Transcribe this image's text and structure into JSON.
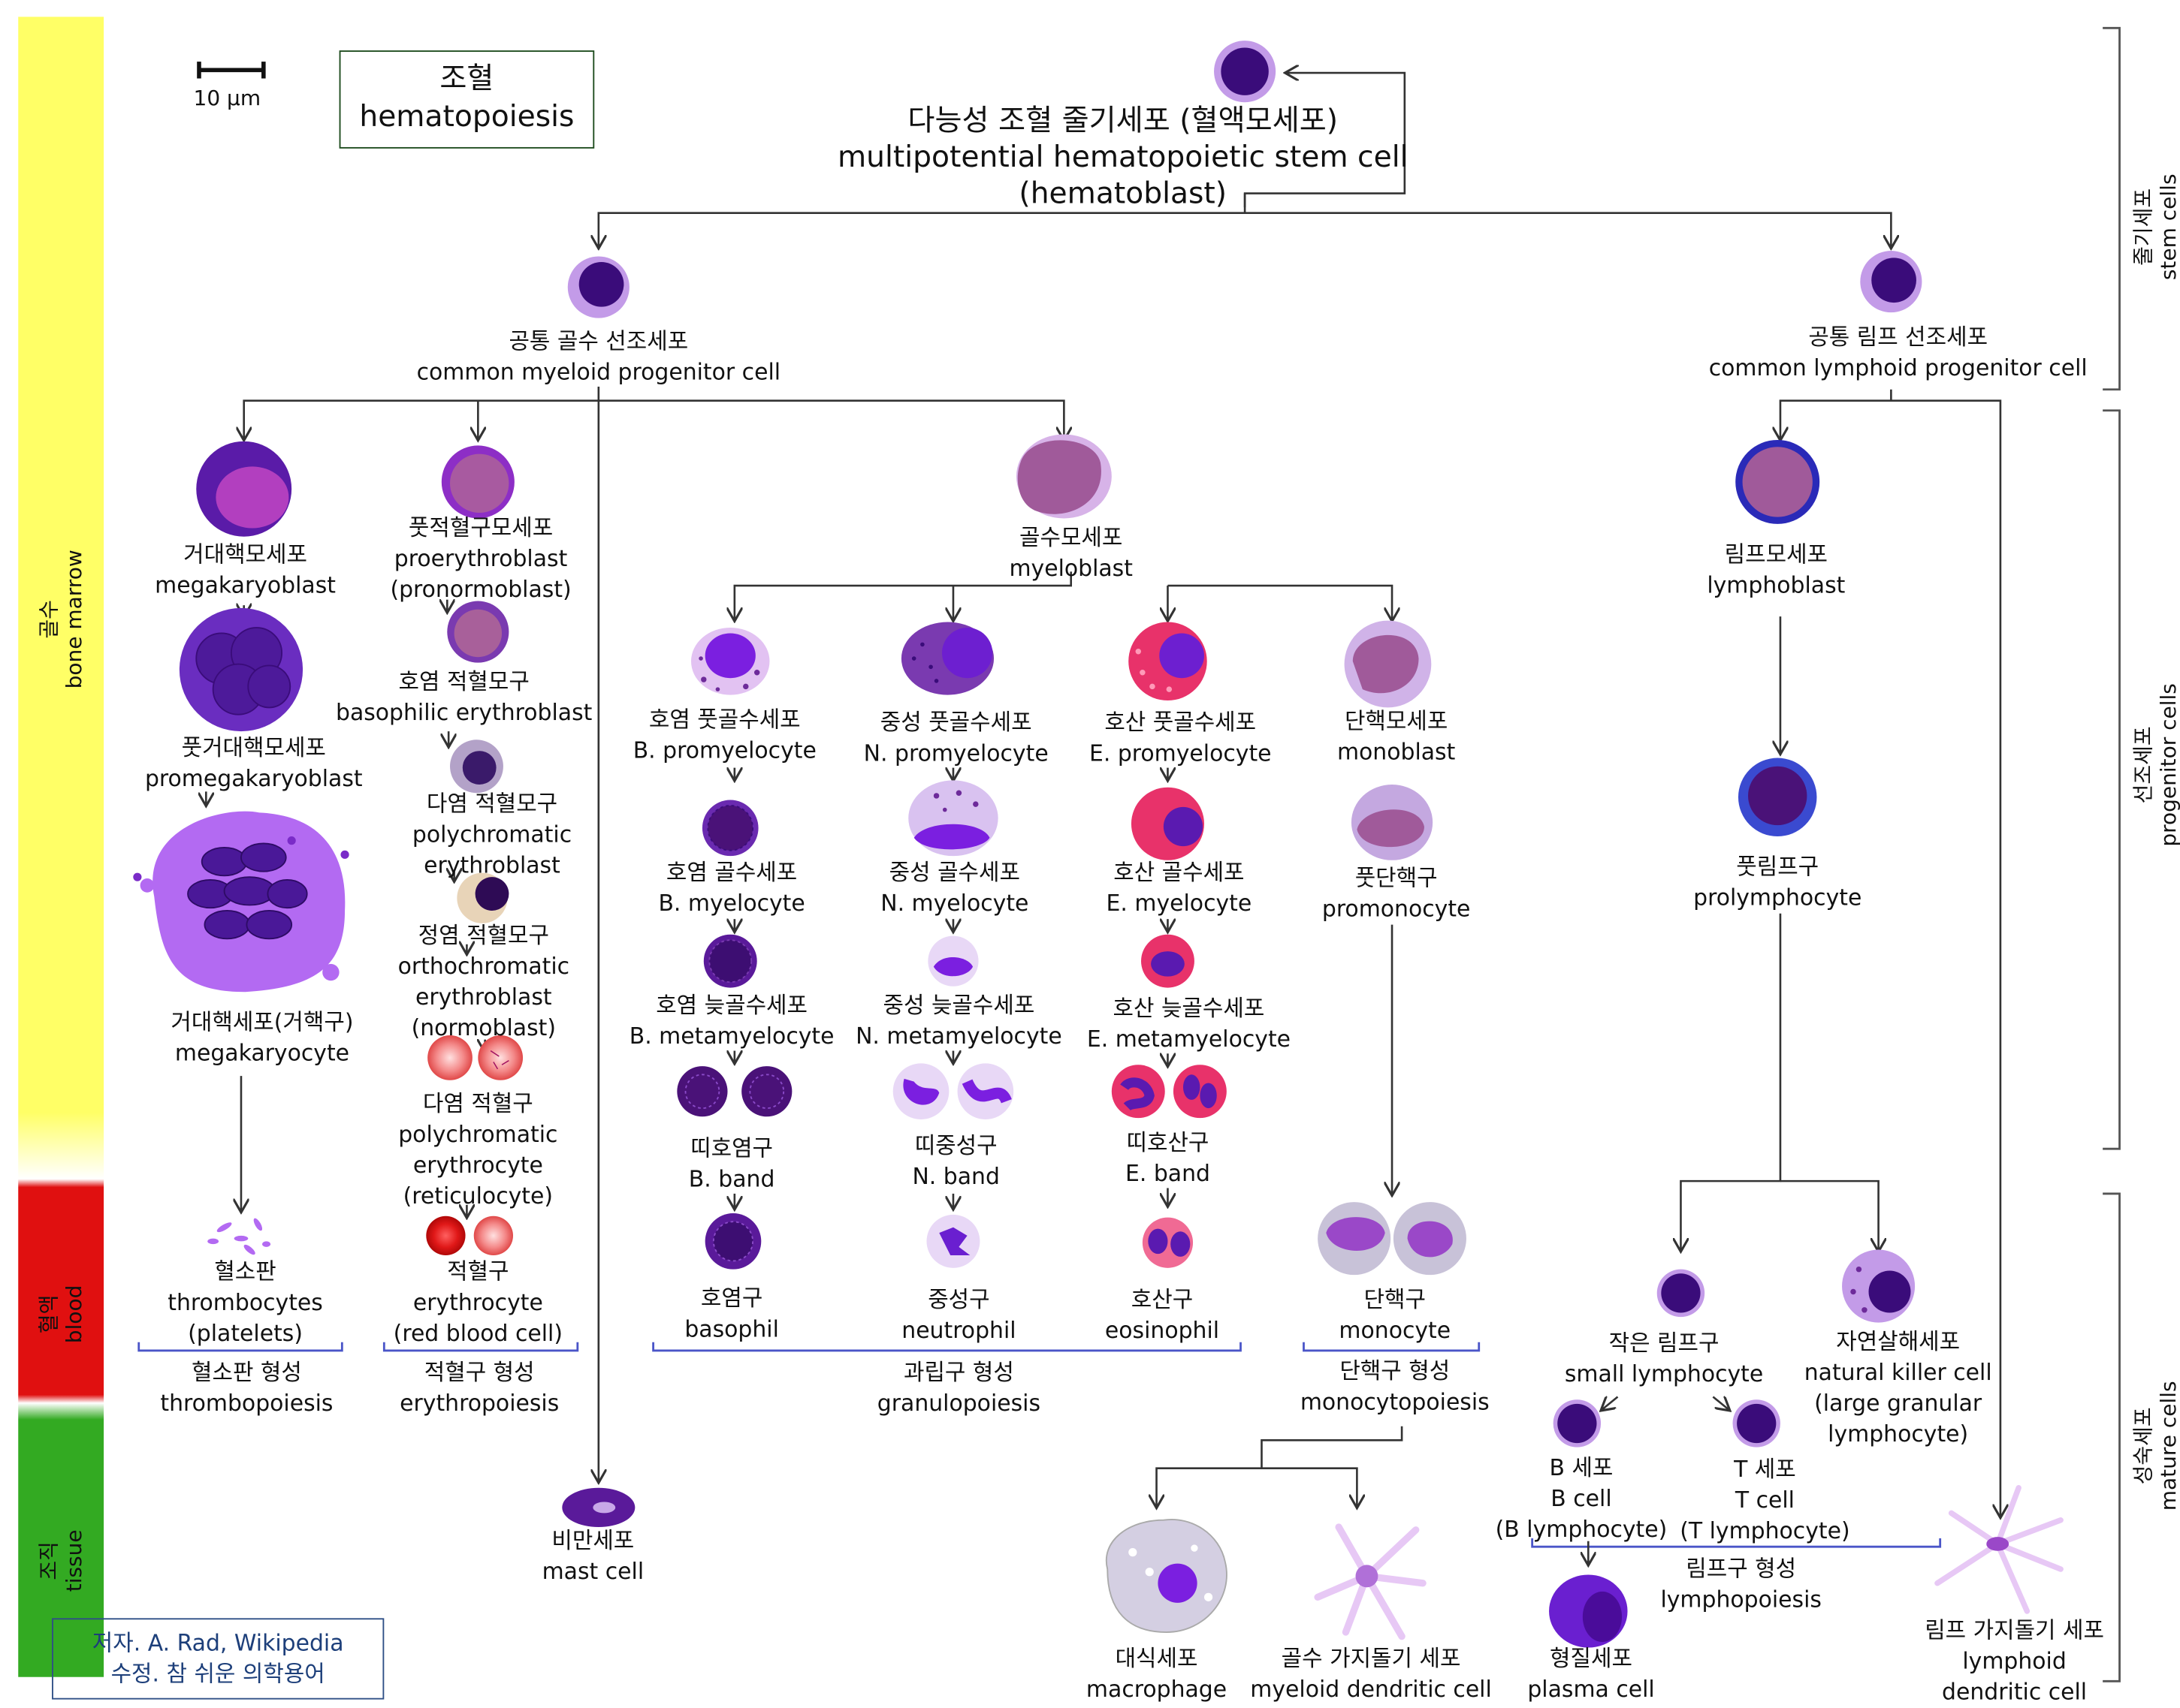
{
  "title": {
    "ko": "조혈",
    "en": "hematopoiesis"
  },
  "scale_bar": "10 μm",
  "credit": {
    "line1": "저자. A. Rad, Wikipedia",
    "line2": "수정. 참 쉬운 의학용어"
  },
  "zones": {
    "bone_marrow": {
      "ko": "골수",
      "en": "bone marrow"
    },
    "blood": {
      "ko": "혈액",
      "en": "blood"
    },
    "tissue": {
      "ko": "조직",
      "en": "tissue"
    }
  },
  "stages": {
    "stem": {
      "ko": "줄기세포",
      "en": "stem cells"
    },
    "progenitor": {
      "ko": "선조세포",
      "en": "progenitor cells"
    },
    "mature": {
      "ko": "성숙세포",
      "en": "mature cells"
    }
  },
  "cells": {
    "hsc": {
      "ko": "다능성 조혈 줄기세포 (혈액모세포)",
      "en": "multipotential hematopoietic stem cell",
      "en2": "(hematoblast)"
    },
    "cmp": {
      "ko": "공통 골수 선조세포",
      "en": "common myeloid progenitor cell"
    },
    "clp": {
      "ko": "공통 림프 선조세포",
      "en": "common lymphoid progenitor cell"
    },
    "megakaryoblast": {
      "ko": "거대핵모세포",
      "en": "megakaryoblast"
    },
    "promegakaryoblast": {
      "ko": "풋거대핵모세포",
      "en": "promegakaryoblast"
    },
    "megakaryocyte": {
      "ko": "거대핵세포(거핵구)",
      "en": "megakaryocyte"
    },
    "thrombocytes": {
      "ko": "혈소판",
      "en": "thrombocytes",
      "en2": "(platelets)"
    },
    "proerythroblast": {
      "ko": "풋적혈구모세포",
      "en": "proerythroblast",
      "en2": "(pronormoblast)"
    },
    "basophilic_erythroblast": {
      "ko": "호염 적혈모구",
      "en": "basophilic erythroblast"
    },
    "polychromatic_erythroblast": {
      "ko": "다염 적혈모구",
      "en": "polychromatic",
      "en2": "erythroblast"
    },
    "orthochromatic_erythroblast": {
      "ko": "정염 적혈모구",
      "en": "orthochromatic",
      "en2": "erythroblast",
      "en3": "(normoblast)"
    },
    "reticulocyte": {
      "ko": "다염 적혈구",
      "en": "polychromatic",
      "en2": "erythrocyte",
      "en3": "(reticulocyte)"
    },
    "erythrocyte": {
      "ko": "적혈구",
      "en": "erythrocyte",
      "en2": "(red blood cell)"
    },
    "myeloblast": {
      "ko": "골수모세포",
      "en": "myeloblast"
    },
    "b_promyelocyte": {
      "ko": "호염 풋골수세포",
      "en": "B. promyelocyte"
    },
    "n_promyelocyte": {
      "ko": "중성 풋골수세포",
      "en": "N. promyelocyte"
    },
    "e_promyelocyte": {
      "ko": "호산 풋골수세포",
      "en": "E. promyelocyte"
    },
    "monoblast": {
      "ko": "단핵모세포",
      "en": "monoblast"
    },
    "b_myelocyte": {
      "ko": "호염 골수세포",
      "en": "B. myelocyte"
    },
    "n_myelocyte": {
      "ko": "중성 골수세포",
      "en": "N. myelocyte"
    },
    "e_myelocyte": {
      "ko": "호산 골수세포",
      "en": "E. myelocyte"
    },
    "promonocyte": {
      "ko": "풋단핵구",
      "en": "promonocyte"
    },
    "b_metamyelocyte": {
      "ko": "호염 늦골수세포",
      "en": "B. metamyelocyte"
    },
    "n_metamyelocyte": {
      "ko": "중성 늦골수세포",
      "en": "N. metamyelocyte"
    },
    "e_metamyelocyte": {
      "ko": "호산 늦골수세포",
      "en": "E. metamyelocyte"
    },
    "b_band": {
      "ko": "띠호염구",
      "en": "B. band"
    },
    "n_band": {
      "ko": "띠중성구",
      "en": "N. band"
    },
    "e_band": {
      "ko": "띠호산구",
      "en": "E. band"
    },
    "basophil": {
      "ko": "호염구",
      "en": "basophil"
    },
    "neutrophil": {
      "ko": "중성구",
      "en": "neutrophil"
    },
    "eosinophil": {
      "ko": "호산구",
      "en": "eosinophil"
    },
    "monocyte": {
      "ko": "단핵구",
      "en": "monocyte"
    },
    "mast_cell": {
      "ko": "비만세포",
      "en": "mast cell"
    },
    "macrophage": {
      "ko": "대식세포",
      "en": "macrophage"
    },
    "myeloid_dc": {
      "ko": "골수 가지돌기 세포",
      "en": "myeloid dendritic cell"
    },
    "lymphoblast": {
      "ko": "림프모세포",
      "en": "lymphoblast"
    },
    "prolymphocyte": {
      "ko": "풋림프구",
      "en": "prolymphocyte"
    },
    "small_lymphocyte": {
      "ko": "작은 림프구",
      "en": "small lymphocyte"
    },
    "nk_cell": {
      "ko": "자연살해세포",
      "en": "natural killer cell",
      "en2": "(large granular",
      "en3": "lymphocyte)"
    },
    "b_cell": {
      "ko": "B 세포",
      "en": "B cell",
      "en2": "(B lymphocyte)"
    },
    "t_cell": {
      "ko": "T 세포",
      "en": "T cell",
      "en2": "(T lymphocyte)"
    },
    "plasma_cell": {
      "ko": "형질세포",
      "en": "plasma cell"
    },
    "lymphoid_dc": {
      "ko": "림프 가지돌기 세포",
      "en": "lymphoid",
      "en2": "dendritic cell"
    }
  },
  "groups": {
    "thrombopoiesis": {
      "ko": "혈소판 형성",
      "en": "thrombopoiesis"
    },
    "erythropoiesis": {
      "ko": "적혈구 형성",
      "en": "erythropoiesis"
    },
    "granulopoiesis": {
      "ko": "과립구 형성",
      "en": "granulopoiesis"
    },
    "monocytopoiesis": {
      "ko": "단핵구 형성",
      "en": "monocytopoiesis"
    },
    "lymphopoiesis": {
      "ko": "림프구 형성",
      "en": "lymphopoiesis"
    }
  },
  "colors": {
    "bone_marrow": "#ffff66",
    "blood": "#e01010",
    "tissue": "#33aa22",
    "nucleus": "#3a0c7a",
    "cytoplasm": "#c39be8",
    "bracket": "#4a55c8"
  }
}
